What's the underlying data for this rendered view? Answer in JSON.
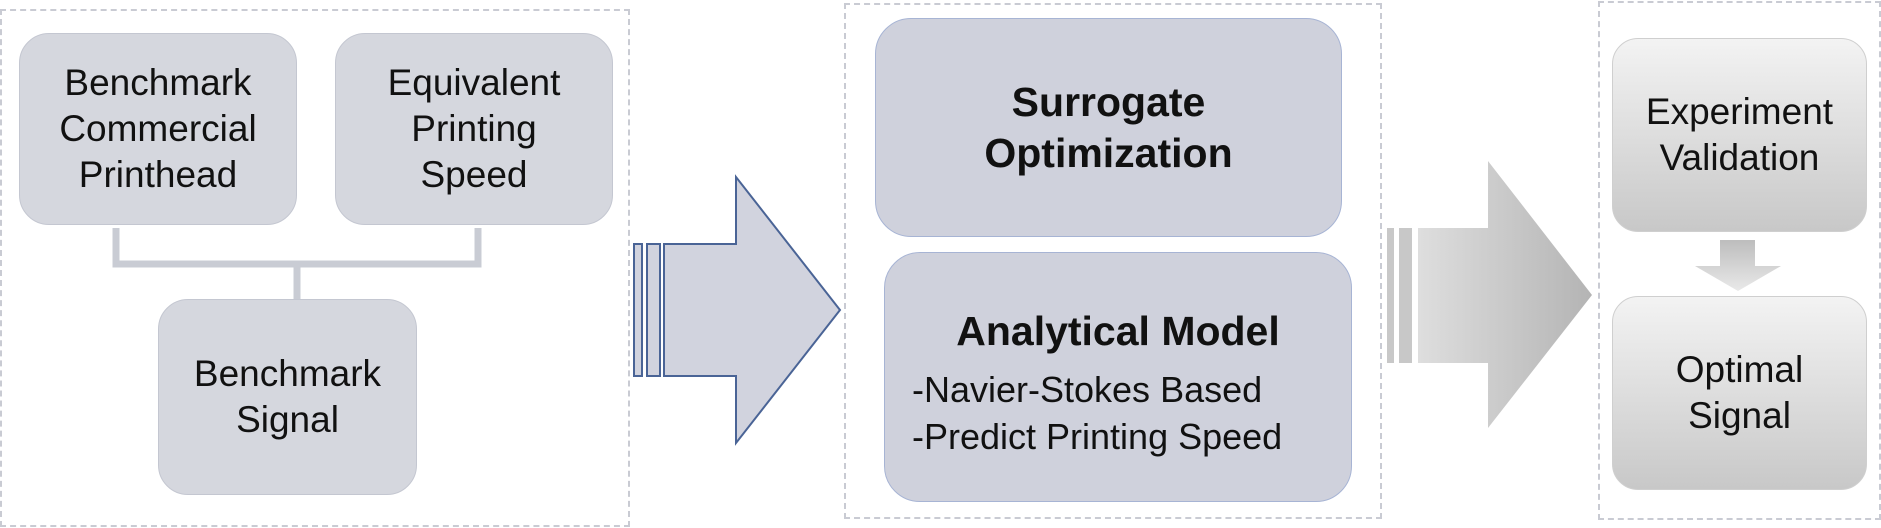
{
  "inputs": {
    "benchmark_printhead": [
      "Benchmark",
      "Commercial",
      "Printhead"
    ],
    "printing_speed": [
      "Equivalent",
      "Printing",
      "Speed"
    ],
    "benchmark_signal": [
      "Benchmark",
      "Signal"
    ]
  },
  "optimization": {
    "surrogate": [
      "Surrogate",
      "Optimization"
    ],
    "model_title": "Analytical Model",
    "model_bullets": [
      "-Navier-Stokes Based",
      "-Predict Printing Speed"
    ]
  },
  "outputs": {
    "validation": [
      "Experiment",
      "Validation"
    ],
    "optimal_signal": [
      "Optimal",
      "Signal"
    ]
  },
  "colors": {
    "panel_border": "#c9cbd3",
    "input_box_fill": "#d5d7de",
    "optimization_box_fill": "#cfd1dc",
    "blue_arrow_fill": "#d1d3de",
    "blue_arrow_outline": "#4a6496",
    "grey_arrow_fill": "#c4c4c4"
  }
}
